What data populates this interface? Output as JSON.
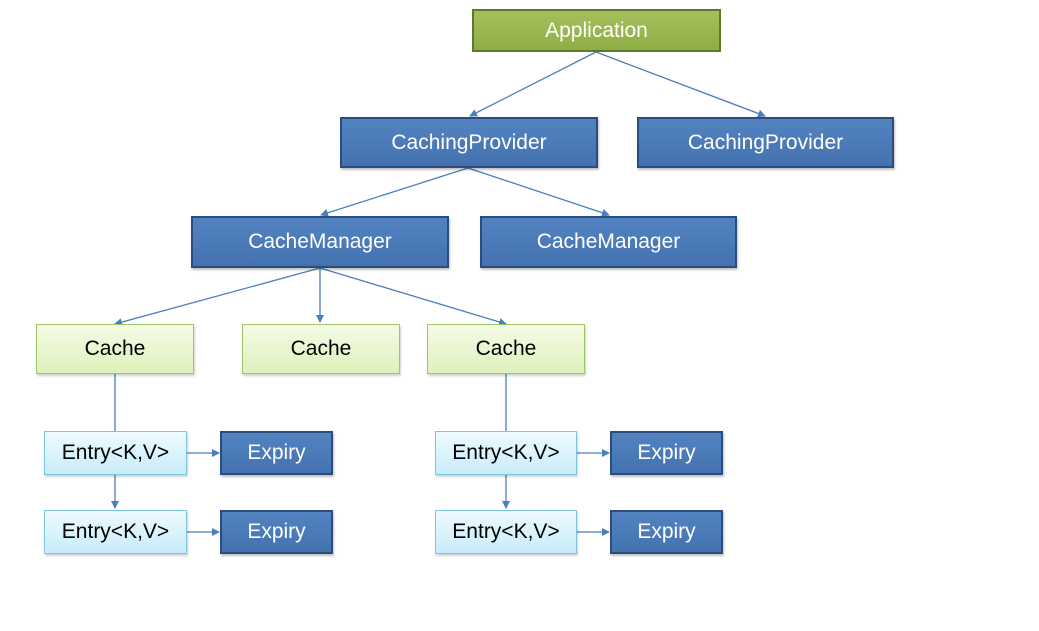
{
  "application": {
    "label": "Application"
  },
  "caching_providers": [
    {
      "label": "CachingProvider"
    },
    {
      "label": "CachingProvider"
    }
  ],
  "cache_managers": [
    {
      "label": "CacheManager"
    },
    {
      "label": "CacheManager"
    }
  ],
  "caches": [
    {
      "label": "Cache"
    },
    {
      "label": "Cache"
    },
    {
      "label": "Cache"
    }
  ],
  "entries": [
    {
      "label": "Entry<K,V>",
      "expiry": "Expiry"
    },
    {
      "label": "Entry<K,V>",
      "expiry": "Expiry"
    },
    {
      "label": "Entry<K,V>",
      "expiry": "Expiry"
    },
    {
      "label": "Entry<K,V>",
      "expiry": "Expiry"
    }
  ],
  "colors": {
    "application_fill": "#9bbb59",
    "provider_fill": "#4f81bd",
    "cache_fill": "#ebf7d4",
    "entry_fill": "#dbf3fc",
    "connector": "#4a7ebb"
  }
}
